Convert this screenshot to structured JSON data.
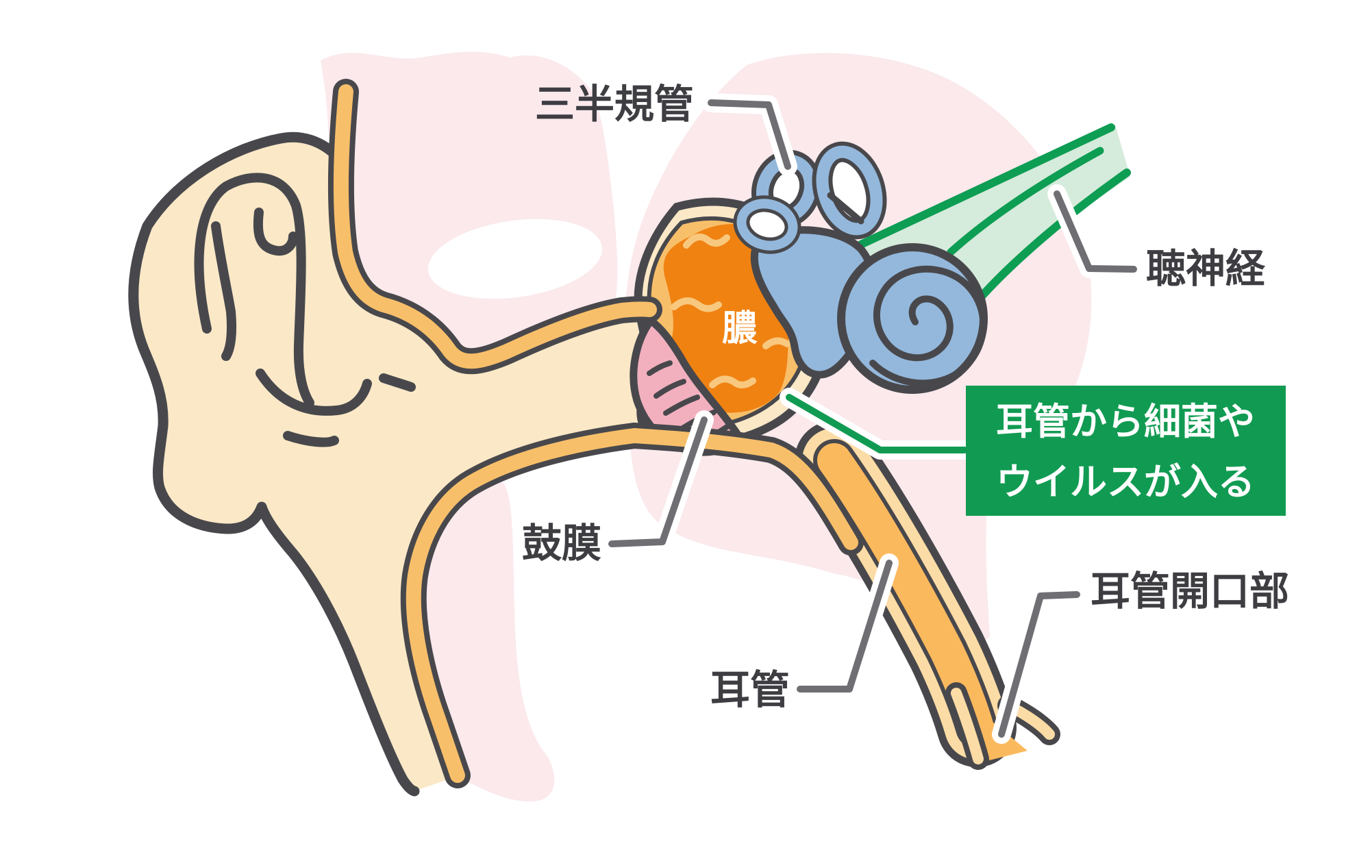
{
  "labels": {
    "semicircular_canals": "三半規管",
    "auditory_nerve": "聴神経",
    "pus": "膿",
    "eardrum": "鼓膜",
    "eustachian_tube": "耳管",
    "eustachian_tube_opening": "耳管開口部"
  },
  "callout": {
    "line1": "耳管から細菌や",
    "line2": "ウイルスが入る"
  },
  "colors": {
    "background": "#ffffff",
    "head_pink": "#fbe9ec",
    "skin_cream": "#fae8c7",
    "bone_band_orange": "#f8bf6a",
    "tube_wall_light": "#fcdca6",
    "tube_lumen_orange": "#fbb95e",
    "pus_orange": "#f08212",
    "pus_squiggle": "#f8c87e",
    "eardrum_pink": "#f2b0bf",
    "inner_ear_blue": "#94b8dc",
    "nerve_fill_green": "#d5ebdb",
    "nerve_line_green": "#0d9d53",
    "callout_green": "#119b52",
    "outline_dark": "#48484c",
    "leader_gray": "#6e6e73",
    "label_text": "#3d3d42",
    "callout_text": "#ffffff"
  }
}
